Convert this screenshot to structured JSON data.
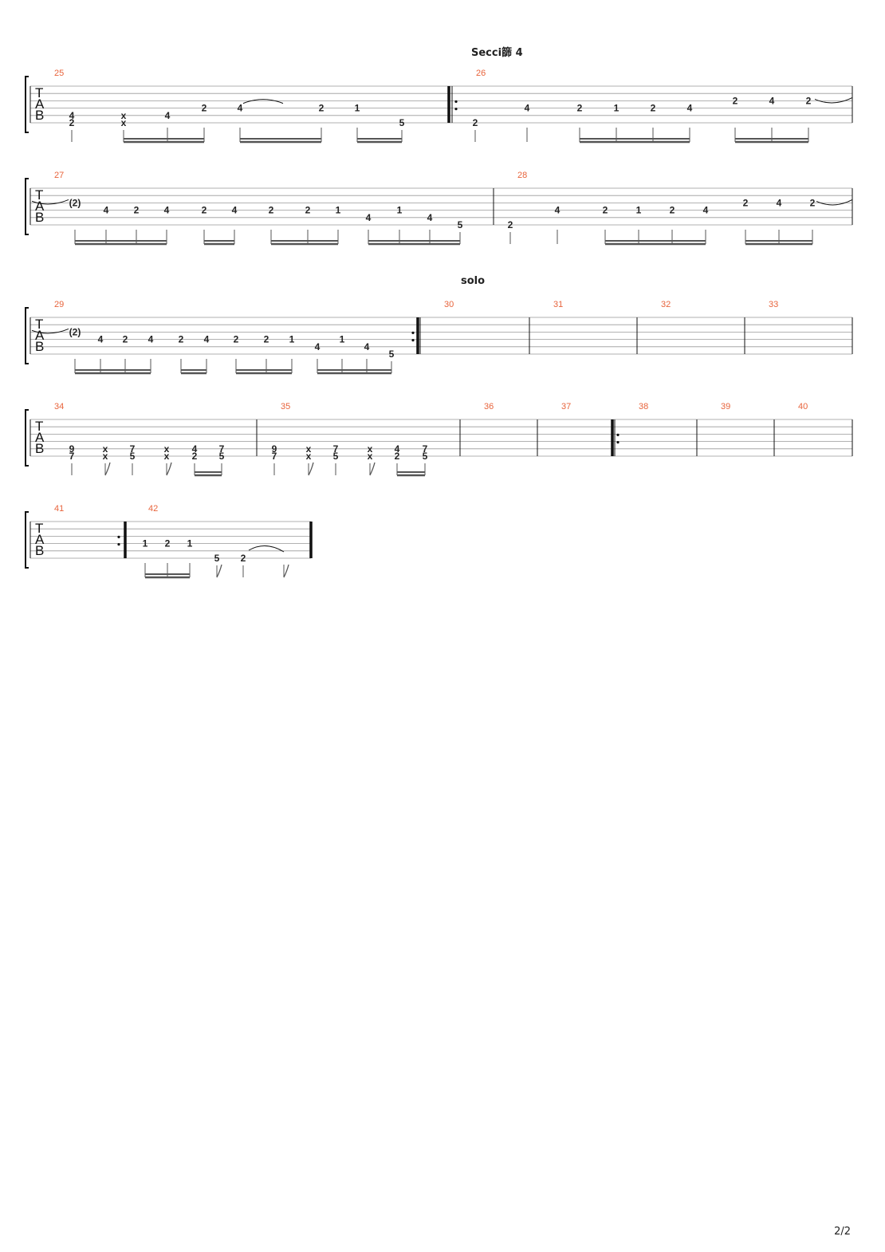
{
  "page": {
    "number": "2/2"
  },
  "section_labels": {
    "sec4": "Secci篩 4",
    "solo": "solo"
  },
  "staff_clef": [
    "T",
    "A",
    "B"
  ],
  "colors": {
    "measure_number": "#e8643c",
    "ink": "#222222",
    "line": "#999999",
    "beam": "#555555"
  },
  "systems": [
    {
      "id": "s1",
      "measures": [
        {
          "n": "25",
          "notes": [
            {
              "pos": 0,
              "s": 4,
              "f": "4"
            },
            {
              "pos": 0,
              "s": 5,
              "f": "2"
            },
            {
              "pos": 1,
              "s": 4,
              "f": "x"
            },
            {
              "pos": 1,
              "s": 5,
              "f": "x"
            },
            {
              "pos": 2,
              "s": 4,
              "f": "4"
            },
            {
              "pos": 3,
              "s": 3,
              "f": "2"
            },
            {
              "pos": 4,
              "s": 3,
              "f": "4"
            },
            {
              "pos": 5,
              "s": 3,
              "f": "2"
            },
            {
              "pos": 6,
              "s": 3,
              "f": "1"
            },
            {
              "pos": 7,
              "s": 5,
              "f": "5"
            }
          ]
        },
        {
          "n": "26",
          "notes": [
            {
              "pos": 0,
              "s": 5,
              "f": "2"
            },
            {
              "pos": 1,
              "s": 3,
              "f": "4"
            },
            {
              "pos": 2,
              "s": 3,
              "f": "2"
            },
            {
              "pos": 3,
              "s": 3,
              "f": "1"
            },
            {
              "pos": 4,
              "s": 3,
              "f": "2"
            },
            {
              "pos": 5,
              "s": 3,
              "f": "4"
            },
            {
              "pos": 6,
              "s": 2,
              "f": "2"
            },
            {
              "pos": 7,
              "s": 2,
              "f": "4"
            },
            {
              "pos": 8,
              "s": 2,
              "f": "2"
            }
          ]
        }
      ]
    },
    {
      "id": "s2",
      "measures": [
        {
          "n": "27",
          "notes": [
            {
              "pos": 0,
              "s": 2,
              "f": "(2)"
            },
            {
              "pos": 1,
              "s": 3,
              "f": "4"
            },
            {
              "pos": 2,
              "s": 3,
              "f": "2"
            },
            {
              "pos": 3,
              "s": 3,
              "f": "4"
            },
            {
              "pos": 4,
              "s": 3,
              "f": "2"
            },
            {
              "pos": 5,
              "s": 3,
              "f": "4"
            },
            {
              "pos": 6,
              "s": 3,
              "f": "2"
            },
            {
              "pos": 7,
              "s": 3,
              "f": "2"
            },
            {
              "pos": 8,
              "s": 3,
              "f": "1"
            },
            {
              "pos": 9,
              "s": 4,
              "f": "4"
            },
            {
              "pos": 10,
              "s": 3,
              "f": "1"
            },
            {
              "pos": 11,
              "s": 4,
              "f": "4"
            },
            {
              "pos": 12,
              "s": 5,
              "f": "5"
            }
          ]
        },
        {
          "n": "28",
          "notes": [
            {
              "pos": 0,
              "s": 5,
              "f": "2"
            },
            {
              "pos": 1,
              "s": 3,
              "f": "4"
            },
            {
              "pos": 2,
              "s": 3,
              "f": "2"
            },
            {
              "pos": 3,
              "s": 3,
              "f": "1"
            },
            {
              "pos": 4,
              "s": 3,
              "f": "2"
            },
            {
              "pos": 5,
              "s": 3,
              "f": "4"
            },
            {
              "pos": 6,
              "s": 2,
              "f": "2"
            },
            {
              "pos": 7,
              "s": 2,
              "f": "4"
            },
            {
              "pos": 8,
              "s": 2,
              "f": "2"
            }
          ]
        }
      ]
    },
    {
      "id": "s3",
      "measures": [
        {
          "n": "29",
          "notes": [
            {
              "pos": 0,
              "s": 2,
              "f": "(2)"
            },
            {
              "pos": 1,
              "s": 3,
              "f": "4"
            },
            {
              "pos": 2,
              "s": 3,
              "f": "2"
            },
            {
              "pos": 3,
              "s": 3,
              "f": "4"
            },
            {
              "pos": 4,
              "s": 3,
              "f": "2"
            },
            {
              "pos": 5,
              "s": 3,
              "f": "4"
            },
            {
              "pos": 6,
              "s": 3,
              "f": "2"
            },
            {
              "pos": 7,
              "s": 3,
              "f": "2"
            },
            {
              "pos": 8,
              "s": 3,
              "f": "1"
            },
            {
              "pos": 9,
              "s": 4,
              "f": "4"
            },
            {
              "pos": 10,
              "s": 3,
              "f": "1"
            },
            {
              "pos": 11,
              "s": 4,
              "f": "4"
            },
            {
              "pos": 12,
              "s": 5,
              "f": "5"
            }
          ]
        },
        {
          "n": "30",
          "notes": []
        },
        {
          "n": "31",
          "notes": []
        },
        {
          "n": "32",
          "notes": []
        },
        {
          "n": "33",
          "notes": []
        }
      ]
    },
    {
      "id": "s4",
      "measures": [
        {
          "n": "34",
          "notes": [
            {
              "pos": 0,
              "s": 4,
              "f": "9"
            },
            {
              "pos": 0,
              "s": 5,
              "f": "7"
            },
            {
              "pos": 1,
              "s": 4,
              "f": "x"
            },
            {
              "pos": 1,
              "s": 5,
              "f": "x"
            },
            {
              "pos": 2,
              "s": 4,
              "f": "7"
            },
            {
              "pos": 2,
              "s": 5,
              "f": "5"
            },
            {
              "pos": 3,
              "s": 4,
              "f": "x"
            },
            {
              "pos": 3,
              "s": 5,
              "f": "x"
            },
            {
              "pos": 4,
              "s": 4,
              "f": "4"
            },
            {
              "pos": 4,
              "s": 5,
              "f": "2"
            },
            {
              "pos": 5,
              "s": 4,
              "f": "7"
            },
            {
              "pos": 5,
              "s": 5,
              "f": "5"
            }
          ]
        },
        {
          "n": "35",
          "notes": [
            {
              "pos": 0,
              "s": 4,
              "f": "9"
            },
            {
              "pos": 0,
              "s": 5,
              "f": "7"
            },
            {
              "pos": 1,
              "s": 4,
              "f": "x"
            },
            {
              "pos": 1,
              "s": 5,
              "f": "x"
            },
            {
              "pos": 2,
              "s": 4,
              "f": "7"
            },
            {
              "pos": 2,
              "s": 5,
              "f": "5"
            },
            {
              "pos": 3,
              "s": 4,
              "f": "x"
            },
            {
              "pos": 3,
              "s": 5,
              "f": "x"
            },
            {
              "pos": 4,
              "s": 4,
              "f": "4"
            },
            {
              "pos": 4,
              "s": 5,
              "f": "2"
            },
            {
              "pos": 5,
              "s": 4,
              "f": "7"
            },
            {
              "pos": 5,
              "s": 5,
              "f": "5"
            }
          ]
        },
        {
          "n": "36",
          "notes": []
        },
        {
          "n": "37",
          "notes": []
        },
        {
          "n": "38",
          "notes": []
        },
        {
          "n": "39",
          "notes": []
        },
        {
          "n": "40",
          "notes": []
        }
      ]
    },
    {
      "id": "s5",
      "measures": [
        {
          "n": "41",
          "notes": []
        },
        {
          "n": "42",
          "notes": [
            {
              "pos": 0,
              "s": 3,
              "f": "1"
            },
            {
              "pos": 1,
              "s": 3,
              "f": "2"
            },
            {
              "pos": 2,
              "s": 3,
              "f": "1"
            },
            {
              "pos": 3,
              "s": 5,
              "f": "5"
            },
            {
              "pos": 4,
              "s": 5,
              "f": "2"
            }
          ]
        }
      ]
    }
  ]
}
